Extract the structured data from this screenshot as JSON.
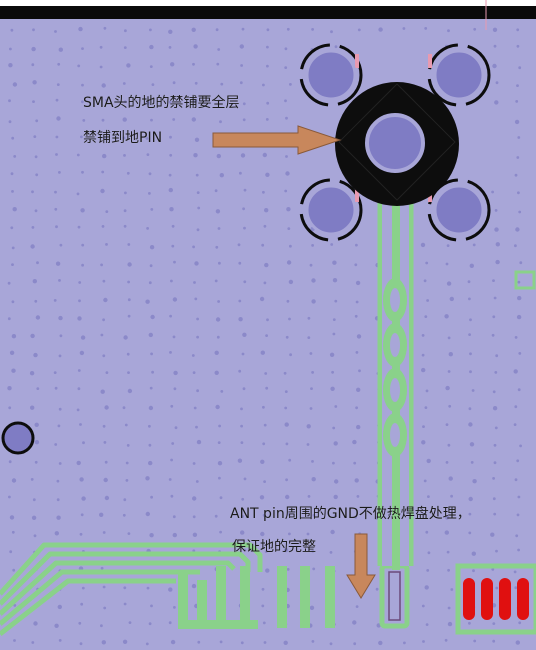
{
  "annotations": {
    "sma_line1": "SMA头的地的禁铺要全层",
    "sma_line2": "禁铺到地PIN",
    "ant_line1": "ANT pin周围的GND不做热焊盘处理，",
    "ant_line2": "保证地的完整"
  },
  "colors": {
    "board_bg": "#a8a6d8",
    "via_dot": "#8b89c9",
    "trace_green": "#8ad18a",
    "pad_purple": "#7f7cc4",
    "keepout_black": "#0d0d0d",
    "arrow_orange": "#c8875c",
    "smd_red": "#e01010",
    "clearance_pink": "#e89ab0"
  }
}
